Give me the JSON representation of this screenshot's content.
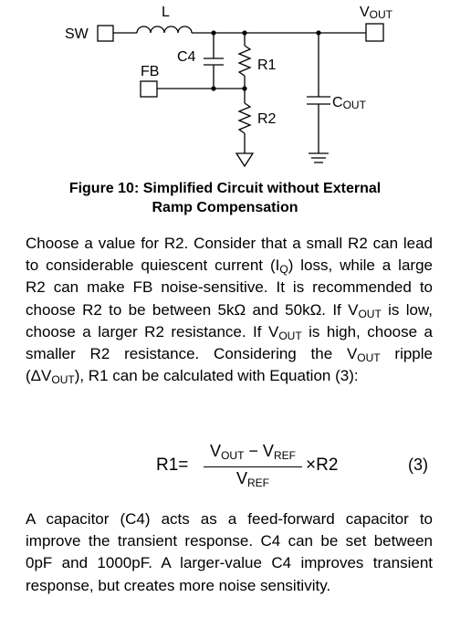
{
  "circuit": {
    "sw_label": "SW",
    "l_label": "L",
    "vout_main": "V",
    "vout_sub": "OUT",
    "c4_label": "C4",
    "fb_label": "FB",
    "r1_label": "R1",
    "r2_label": "R2",
    "cout_main": "C",
    "cout_sub": "OUT"
  },
  "caption": {
    "line1": "Figure 10: Simplified Circuit without External",
    "line2": "Ramp Compensation"
  },
  "para1": {
    "t1": "Choose a value for R2. Consider that a small R2 can lead to considerable quiescent current (I",
    "t1_sub": "Q",
    "t2": ") loss, while a large R2 can make FB noise-sensitive. It is recommended to choose R2 to be between 5kΩ and 50kΩ. If V",
    "t2_sub": "OUT",
    "t3": " is low, choose a larger R2 resistance. If V",
    "t3_sub": "OUT",
    "t4": " is high, choose a smaller R2 resistance. Considering the V",
    "t4_sub": "OUT",
    "t5": " ripple (ΔV",
    "t5_sub": "OUT",
    "t6": "), R1 can be calculated with Equation (3):"
  },
  "equation": {
    "lhs": "R1=",
    "num_v1": "V",
    "num_v1_sub": "OUT",
    "num_minus": " − ",
    "num_v2": "V",
    "num_v2_sub": "REF",
    "den_v": "V",
    "den_v_sub": "REF",
    "rhs": "×R2",
    "number": "(3)"
  },
  "para2": {
    "text": "A capacitor (C4) acts as a feed-forward capacitor to improve the transient response. C4 can be set between 0pF and 1000pF. A larger-value C4 improves transient response, but creates more noise sensitivity."
  }
}
